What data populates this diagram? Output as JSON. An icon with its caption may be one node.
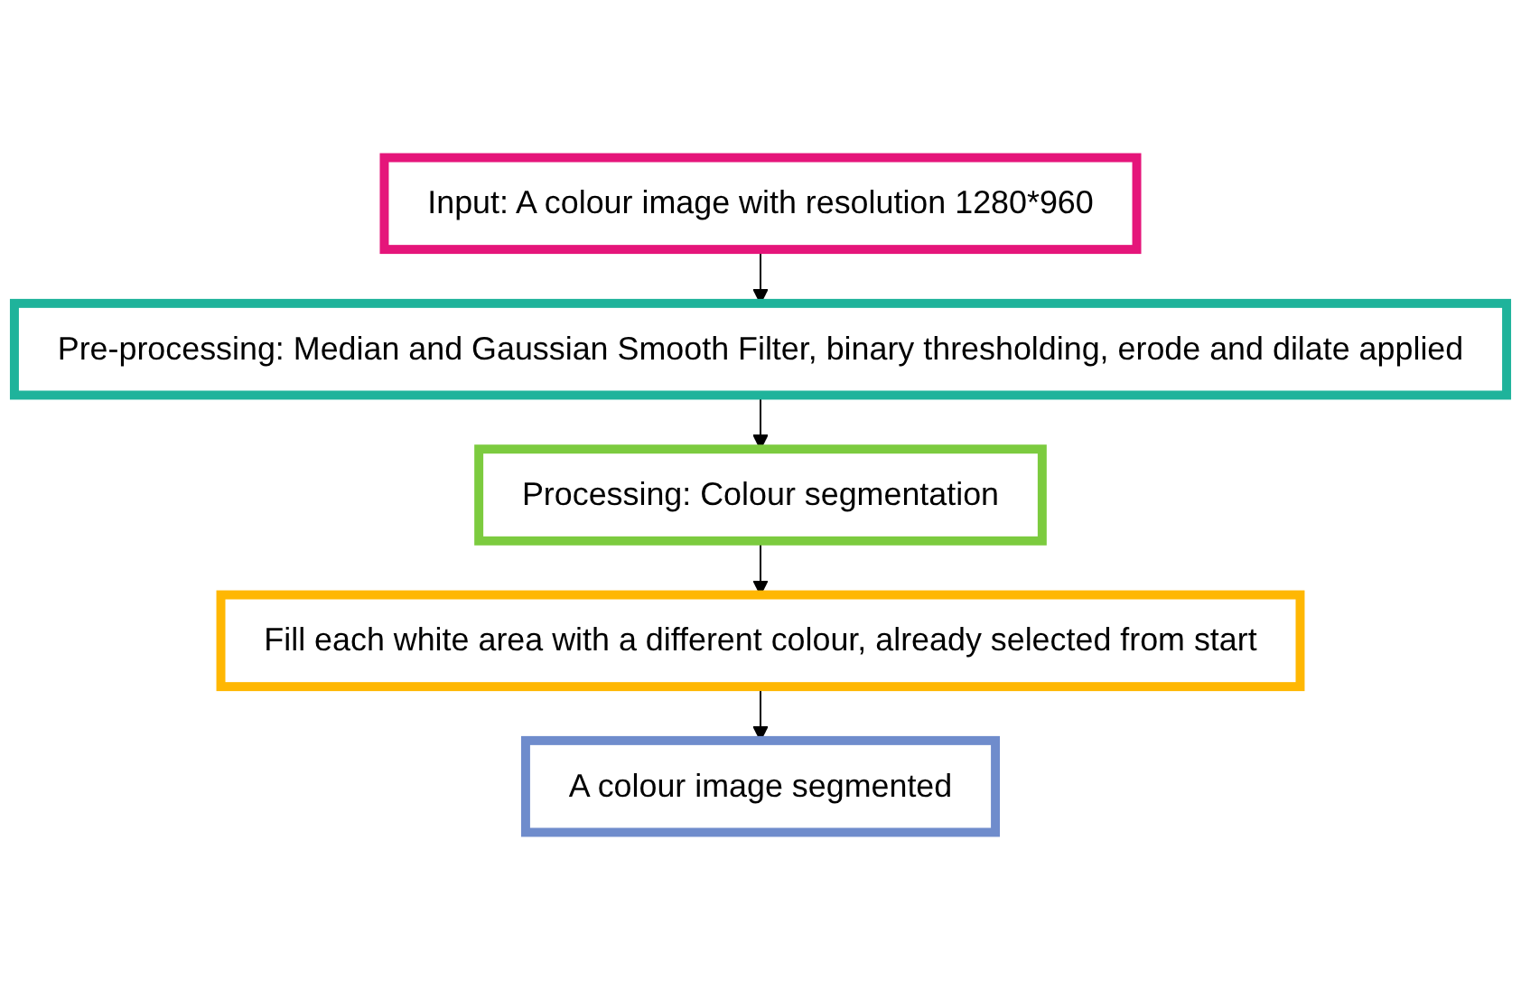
{
  "diagram": {
    "nodes": [
      {
        "text": [
          "Input: A colour image with resolution 1280*960"
        ]
      },
      {
        "text": [
          "Pre-processing: Median and Gaussian Smooth Filter, binary thresholding, erode and dilate applied"
        ]
      },
      {
        "text": [
          "Processing: Colour segmentation"
        ]
      },
      {
        "text": [
          "Fill each white area with a different colour, already selected from start"
        ]
      },
      {
        "text": [
          "A colour image segmented"
        ]
      }
    ],
    "edges": [
      {
        "from": 0,
        "to": 1,
        "arrow": "to"
      },
      {
        "from": 1,
        "to": 2,
        "arrow": "to"
      },
      {
        "from": 2,
        "to": 3,
        "arrow": "to"
      },
      {
        "from": 3,
        "to": 4,
        "arrow": "to"
      }
    ]
  }
}
